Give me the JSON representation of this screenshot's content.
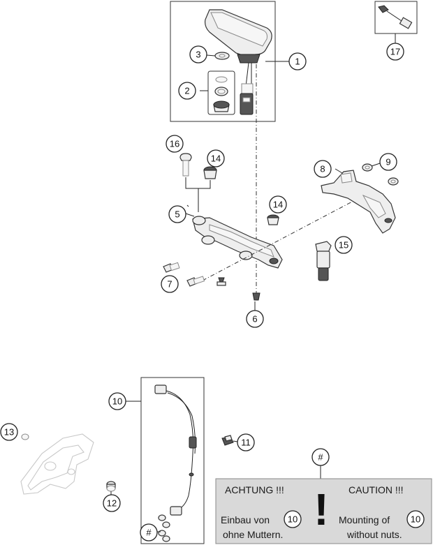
{
  "callouts": {
    "c1": "1",
    "c2": "2",
    "c3": "3",
    "c5": "5",
    "c6": "6",
    "c7": "7",
    "c8": "8",
    "c9": "9",
    "c10": "10",
    "c11": "11",
    "c12": "12",
    "c13": "13",
    "c14a": "14",
    "c14b": "14",
    "c15": "15",
    "c16": "16",
    "c17": "17",
    "hash_notice": "#",
    "hash_part": "#"
  },
  "notice": {
    "left_heading": "ACHTUNG !!!",
    "right_heading": "CAUTION !!!",
    "left_line1": "Einbau von",
    "left_line1_ref": "10",
    "left_line2": "ohne Muttern.",
    "right_line1": "Mounting of",
    "right_line1_ref": "10",
    "right_line2": "without nuts.",
    "exclamation": "!"
  }
}
